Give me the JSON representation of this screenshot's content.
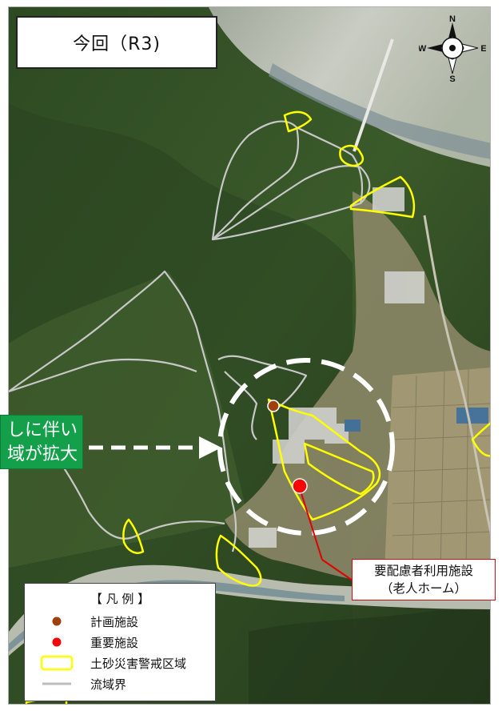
{
  "map": {
    "title": "今回（R3)",
    "compass": {
      "n": "N",
      "s": "S",
      "e": "E",
      "w": "W"
    },
    "callout_left": {
      "line1": "しに伴い",
      "line2": "域が拡大"
    },
    "facility_label": {
      "line1": "要配慮者利用施設",
      "line2": "（老人ホーム）"
    },
    "colors": {
      "hazard_zone": "#ffff00",
      "basin_boundary": "#c8c8c8",
      "planned_facility": "#a0410c",
      "important_facility": "#ff0000",
      "callout_bg": "#14a04a",
      "leader_line": "#e00000"
    }
  },
  "legend": {
    "title": "【 凡 例 】",
    "items": [
      {
        "label": "計画施設",
        "symbol": "brown-dot-icon"
      },
      {
        "label": "重要施設",
        "symbol": "red-dot-icon"
      },
      {
        "label": "土砂災害警戒区域",
        "symbol": "yellow-outline-box-icon"
      },
      {
        "label": "流域界",
        "symbol": "gray-line-icon"
      }
    ]
  }
}
